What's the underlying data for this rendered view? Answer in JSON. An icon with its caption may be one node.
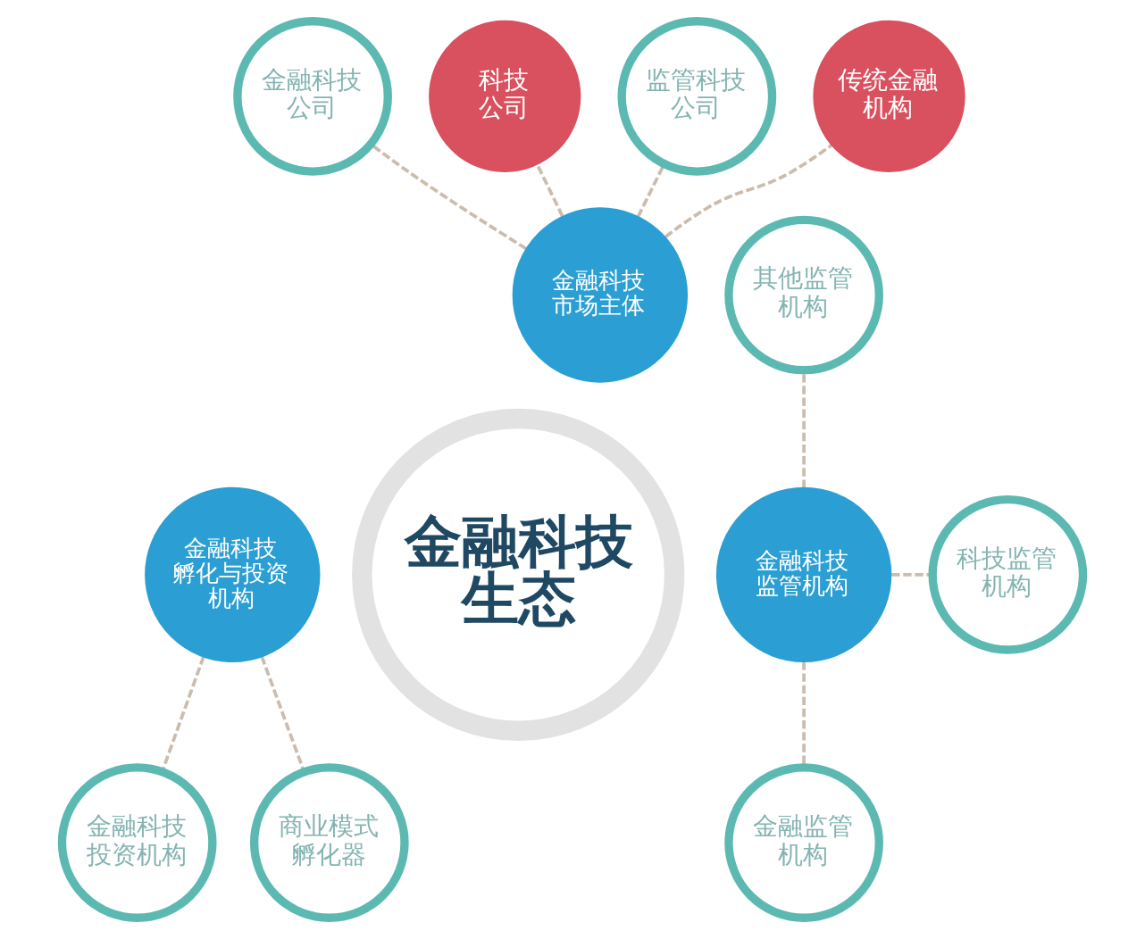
{
  "diagram": {
    "nodes": [
      {
        "text": [
          "科技公司"
        ]
      },
      {
        "text": [
          "监管科技公司"
        ]
      },
      {
        "text": [
          "金融科技公司"
        ]
      },
      {
        "text": [
          "传统金融机构"
        ]
      },
      {
        "text": [
          "金融科技市场主体"
        ]
      },
      {
        "text": [
          "金融科技生态"
        ]
      },
      {
        "text": [
          "其他监管机构"
        ]
      },
      {
        "text": [
          "金融科技投资机构"
        ]
      },
      {
        "text": [
          "金融科技孵化与投资机构"
        ]
      },
      {
        "text": [
          "金融科技监管机构"
        ]
      },
      {
        "text": [
          "科技监管机构"
        ]
      },
      {
        "text": [
          "商业模式孵化器"
        ]
      },
      {
        "text": [
          "金融监管机构"
        ]
      }
    ],
    "edges": [
      {
        "from": 4,
        "to": 0,
        "arrow": "none",
        "style": "dashed"
      },
      {
        "from": 4,
        "to": 1,
        "arrow": "none",
        "style": "dashed"
      },
      {
        "from": 4,
        "to": 2,
        "arrow": "none",
        "style": "dashed"
      },
      {
        "from": 4,
        "to": 3,
        "arrow": "none",
        "style": "dashed"
      },
      {
        "from": 8,
        "to": 7,
        "arrow": "none",
        "style": "dashed"
      },
      {
        "from": 8,
        "to": 11,
        "arrow": "none",
        "style": "dashed"
      },
      {
        "from": 9,
        "to": 6,
        "arrow": "none",
        "style": "dashed"
      },
      {
        "from": 9,
        "to": 10,
        "arrow": "none",
        "style": "dashed"
      },
      {
        "from": 9,
        "to": 12,
        "arrow": "none",
        "style": "dashed"
      }
    ]
  }
}
